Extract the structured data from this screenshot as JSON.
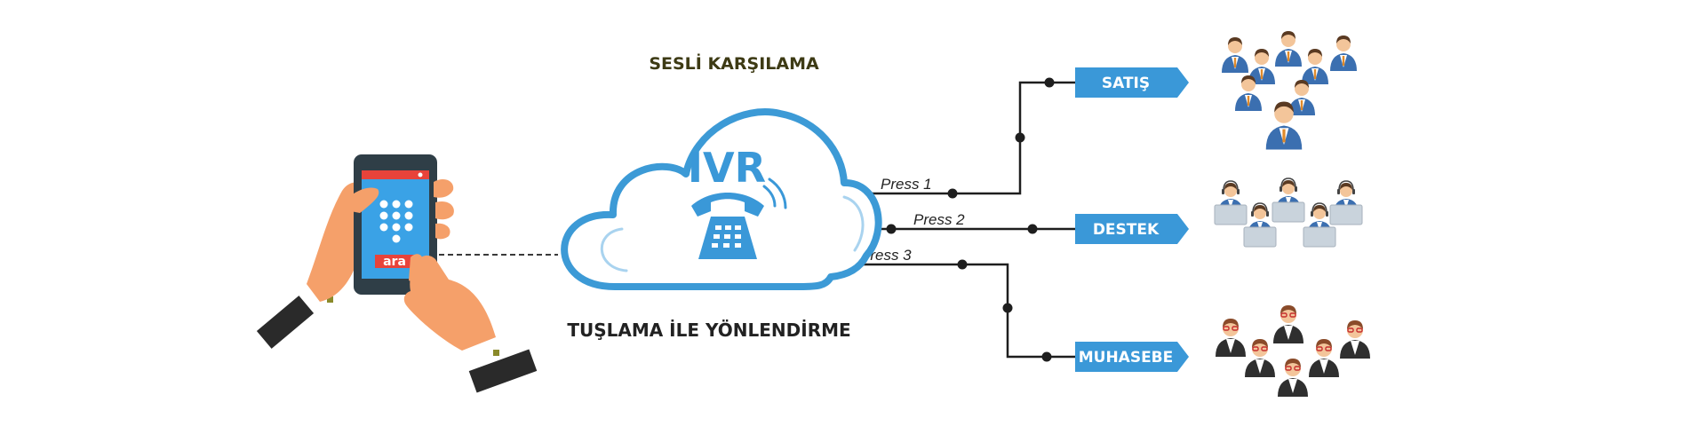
{
  "header": {
    "title": "SESLİ KARŞILAMA"
  },
  "cloud": {
    "label": "IVR"
  },
  "phone": {
    "call_label": "ara"
  },
  "footer": {
    "caption": "TUŞLAMA İLE YÖNLENDİRME"
  },
  "routes": [
    {
      "press_label": "Press 1",
      "department": "SATIŞ"
    },
    {
      "press_label": "Press 2",
      "department": "DESTEK"
    },
    {
      "press_label": "Press 3",
      "department": "MUHASEBE"
    }
  ],
  "icons": {
    "phone": "smartphone-icon",
    "telephone": "telephone-icon",
    "sales_team": "sales-team-icon",
    "support_team": "support-team-icon",
    "accounting_team": "accounting-team-icon"
  },
  "colors": {
    "title_text": "#3d3a14",
    "caption_text": "#222222",
    "cloud_stroke": "#3c9ad6",
    "accent_blue": "#3a98d8",
    "line": "#1e1e1e",
    "skin": "#f5a06a",
    "phone_red": "#e8433a"
  }
}
